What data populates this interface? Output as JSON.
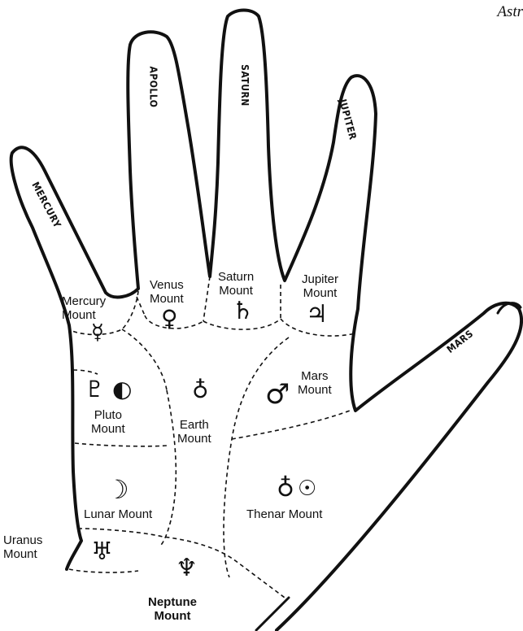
{
  "caption": "Astr",
  "fingers": {
    "mercury": "MERCURY",
    "apollo": "APOLLO",
    "saturn": "SATURN",
    "jupiter": "JUPITER",
    "mars": "MARS"
  },
  "mounts": {
    "mercury": {
      "line1": "Mercury",
      "line2": "Mount",
      "symbol": "☿"
    },
    "venus": {
      "line1": "Venus",
      "line2": "Mount",
      "symbol": "♀"
    },
    "saturn": {
      "line1": "Saturn",
      "line2": "Mount",
      "symbol": "♄"
    },
    "jupiter": {
      "line1": "Jupiter",
      "line2": "Mount",
      "symbol": "♃"
    },
    "mars": {
      "line1": "Mars",
      "line2": "Mount",
      "symbol": "♂"
    },
    "pluto": {
      "line1": "Pluto",
      "line2": "Mount",
      "symbol": "♇",
      "symbol2": "◐"
    },
    "earth": {
      "line1": "Earth",
      "line2": "Mount",
      "symbol": "♁"
    },
    "lunar": {
      "label": "Lunar Mount",
      "symbol": "☽"
    },
    "thenar": {
      "label": "Thenar Mount",
      "symbol": "♁",
      "symbol2": "☉"
    },
    "uranus": {
      "line1": "Uranus",
      "line2": "Mount",
      "symbol": "♅"
    },
    "neptune": {
      "line1": "Neptune",
      "line2": "Mount",
      "symbol": "♆"
    }
  },
  "colors": {
    "ink": "#111111",
    "background": "#ffffff"
  }
}
